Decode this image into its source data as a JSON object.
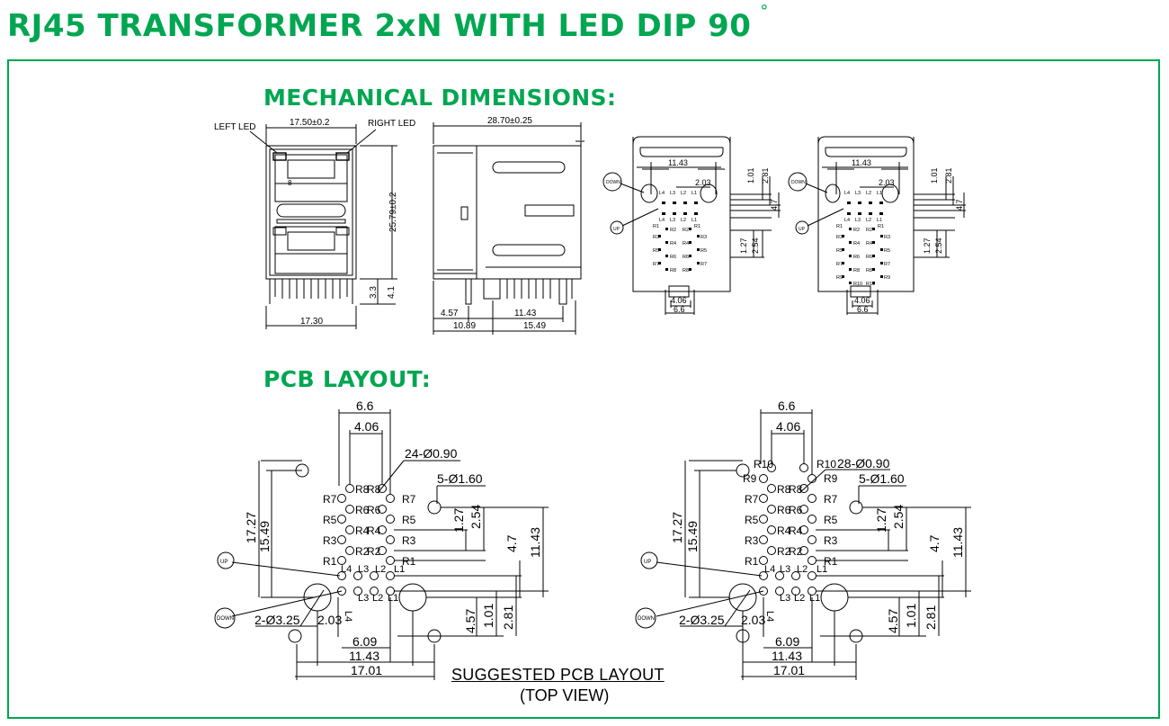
{
  "title": "RJ45 TRANSFORMER 2xN WITH LED DIP 90",
  "title_degree": "°",
  "colors": {
    "accent": "#00a651",
    "line": "#000000",
    "background": "#ffffff"
  },
  "sections": {
    "mechanical": "MECHANICAL DIMENSIONS:",
    "pcb": "PCB LAYOUT:"
  },
  "captions": {
    "suggested": "SUGGESTED PCB LAYOUT",
    "view": "(TOP VIEW)"
  },
  "front": {
    "left_led": "LEFT LED",
    "right_led": "RIGHT LED",
    "width": "17.50±0.2",
    "height": "25.79±0.2",
    "base": "17.30",
    "dim_a": "3.3",
    "dim_b": "4.1",
    "port": "8"
  },
  "side": {
    "length": "28.70±0.25",
    "d1": "4.57",
    "d2": "11.43",
    "d3": "10.89",
    "d4": "15.49"
  },
  "bottom": {
    "d_top": "11.43",
    "d_led": "2.03",
    "d1": "1.01",
    "d2": "2.81",
    "d3": "4.7",
    "d4": "1.27",
    "d5": "2.54",
    "d6": "4.06",
    "d7": "6.6",
    "down": "DOWN",
    "up": "UP"
  },
  "pins": {
    "leds": [
      "L4",
      "L3",
      "L2",
      "L1"
    ],
    "left_col": [
      "R1",
      "R3",
      "R5",
      "R7",
      "R9"
    ],
    "mid_left": [
      "R2",
      "R4",
      "R6",
      "R8",
      "R10"
    ],
    "mid_right": [
      "R1",
      "R3",
      "R5",
      "R7",
      "R9"
    ],
    "right_col": [
      "R2",
      "R4",
      "R6",
      "R8",
      "R10"
    ]
  },
  "pcb_left": {
    "d_66": "6.6",
    "d_406": "4.06",
    "holes": "24-Ø0.90",
    "mount": "5-Ø1.60",
    "d_1727": "17.27",
    "d_1549": "15.49",
    "d_127": "1.27",
    "d_254": "2.54",
    "d_47": "4.7",
    "d_1143v": "11.43",
    "up": "UP",
    "down": "DOWN",
    "led_holes": "2-Ø3.25",
    "d_203": "2.03",
    "d_457": "4.57",
    "d_101": "1.01",
    "d_281": "2.81",
    "d_609": "6.09",
    "d_1143": "11.43",
    "d_1701": "17.01"
  },
  "pcb_right": {
    "d_66": "6.6",
    "d_406": "4.06",
    "holes": "28-Ø0.90",
    "mount": "5-Ø1.60",
    "d_1727": "17.27",
    "d_1549": "15.49",
    "d_127": "1.27",
    "d_254": "2.54",
    "d_47": "4.7",
    "d_1143v": "11.43",
    "up": "UP",
    "down": "DOWN",
    "led_holes": "2-Ø3.25",
    "d_203": "2.03",
    "d_457": "4.57",
    "d_101": "1.01",
    "d_281": "2.81",
    "d_609": "6.09",
    "d_1143": "11.43",
    "d_1701": "17.01"
  }
}
